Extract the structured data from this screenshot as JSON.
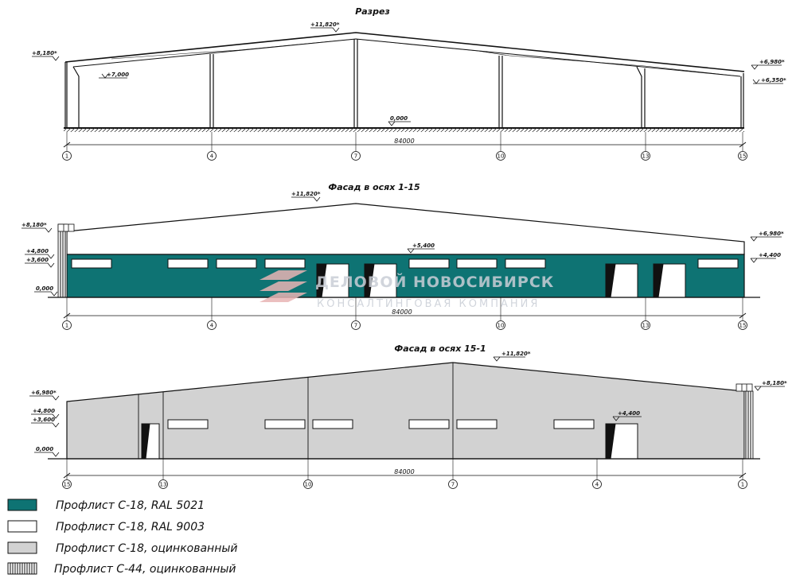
{
  "colors": {
    "teal": "#0e7373",
    "white": "#ffffff",
    "galvanized": "#d2d2d2",
    "line": "#111111",
    "ground_hatch": "#333333"
  },
  "section": {
    "title": "Разрез",
    "marks": {
      "ridge": "+11,820*",
      "left_eave": "+8,180*",
      "left_column": "+7,000",
      "right_eave": "+6,980*",
      "right_column": "+6,350*",
      "ground": "0,000"
    },
    "dimension": "84000",
    "axes": [
      "1",
      "4",
      "7",
      "10",
      "13",
      "15"
    ]
  },
  "facade1": {
    "title": "Фасад в осях 1-15",
    "marks": {
      "ridge": "+11,820*",
      "left_eave": "+8,180*",
      "right_eave": "+6,980*",
      "m4800": "+4,800",
      "m3600": "+3,600",
      "ground": "0,000",
      "band_top": "+5,400",
      "right_4400": "+4,400"
    },
    "dimension": "84000",
    "axes": [
      "1",
      "4",
      "7",
      "10",
      "13",
      "15"
    ]
  },
  "facade2": {
    "title": "Фасад в осях 15-1",
    "marks": {
      "ridge": "+11,820*",
      "left_eave": "+6,980*",
      "right_eave": "+8,180*",
      "m4800": "+4,800",
      "m3600": "+3,600",
      "ground": "0,000",
      "door_4400": "+4,400"
    },
    "dimension": "84000",
    "axes": [
      "15",
      "13",
      "10",
      "7",
      "4",
      "1"
    ]
  },
  "legend": [
    {
      "label": "Профлист С-18, RAL 5021",
      "swatch": "teal"
    },
    {
      "label": "Профлист С-18, RAL 9003",
      "swatch": "white"
    },
    {
      "label": "Профлист С-18, оцинкованный",
      "swatch": "galvanized"
    },
    {
      "label": "Профлист С-44, оцинкованный",
      "swatch": "hatched"
    }
  ],
  "watermark": {
    "line1": "ДЕЛОВОЙ НОВОСИБИРСК",
    "line2": "КОНСАЛТИНГОВАЯ КОМПАНИЯ"
  }
}
